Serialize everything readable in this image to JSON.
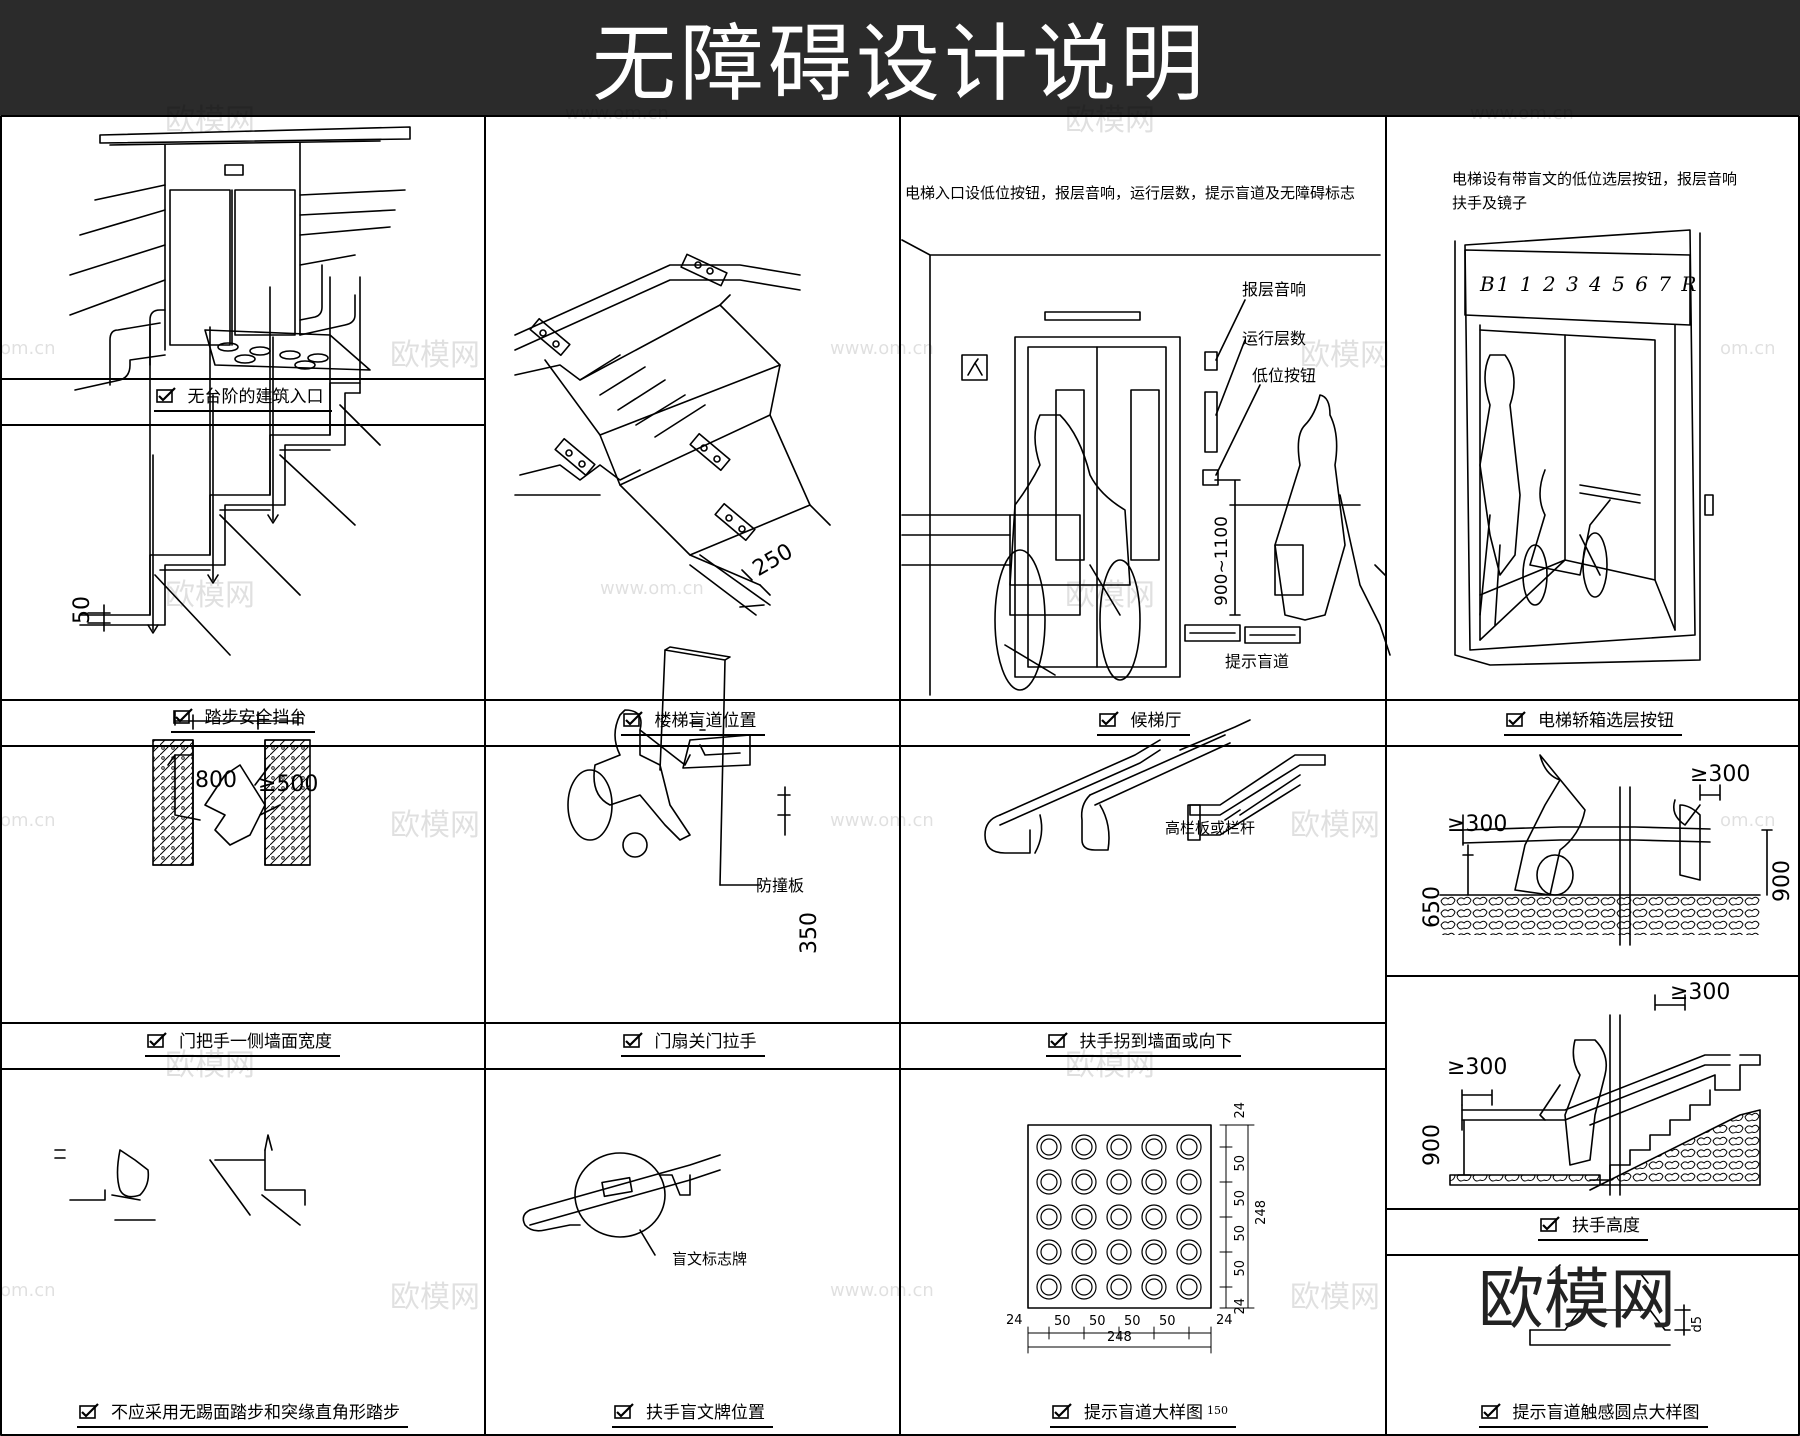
{
  "title": "无障碍设计说明",
  "captions": {
    "entrance": "无台阶的建筑入口",
    "step_guard": "踏步安全挡台",
    "stair_blind": "楼梯盲道位置",
    "elevator_hall": "候梯厅",
    "car_buttons": "电梯轿箱选层按钮",
    "door_handle_wall": "门把手一侧墙面宽度",
    "door_pull": "门扇关门拉手",
    "handrail_end": "扶手拐到墙面或向下",
    "handrail_height": "扶手高度",
    "no_open_riser": "不应采用无踢面踏步和突缘直角形踏步",
    "braille_sign": "扶手盲文牌位置",
    "tactile_paving": "提示盲道大样图",
    "tactile_paving_scale": "150",
    "tactile_dots": "提示盲道触感圆点大样图"
  },
  "notes": {
    "elevator_hall_note": "电梯入口设低位按钮，报层音响，运行层数，提示盲道及无障碍标志",
    "car_note_line1": "电梯设有带盲文的低位选层按钮，报层音响",
    "car_note_line2": "扶手及镜子",
    "floor_indicator": "B1 1 2 3 4 5 6 7 R"
  },
  "labels": {
    "announce": "报层音响",
    "floor_count": "运行层数",
    "low_button": "低位按钮",
    "tactile_hint": "提示盲道",
    "kick_plate": "防撞板",
    "rail_or_post": "高栏板或栏杆",
    "braille_plate": "盲文标志牌"
  },
  "dimensions": {
    "step_guard": "50",
    "stair_blind": "250",
    "hall_height": "900~1100",
    "wall_width": "800",
    "wall_min": "≥500",
    "kick_height": "350",
    "ext_top_left": "≥300",
    "ext_top_right": "≥300",
    "rail_low": "650",
    "rail_high": "900",
    "stair_ext_top": "≥300",
    "stair_ext_left": "≥300",
    "stair_rail": "900",
    "pave_edge": "24",
    "pave_pitch": "50",
    "pave_total": "248",
    "dot_height": "d5"
  },
  "watermarks": {
    "brand": "欧模网",
    "site": "www.om.cn",
    "site_short": "om.cn"
  }
}
